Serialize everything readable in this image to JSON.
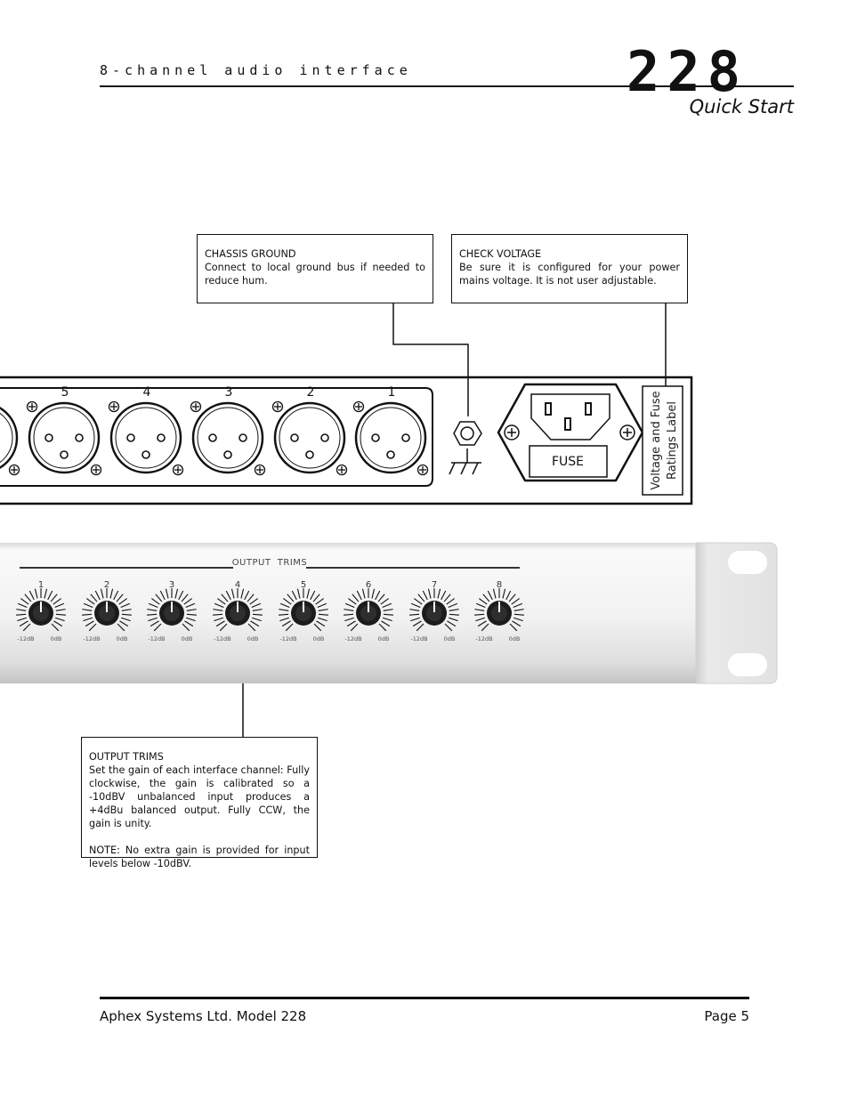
{
  "header": {
    "product_line": "8-channel audio interface",
    "model": "228",
    "subtitle": "Quick Start"
  },
  "callouts": {
    "chassis_ground": {
      "title": "CHASSIS GROUND",
      "body": "Connect to local ground bus if needed to reduce hum."
    },
    "check_voltage": {
      "title": "CHECK VOLTAGE",
      "body": "Be sure it is configured for your power mains voltage. It is not user adjustable."
    },
    "output_trims": {
      "title": "OUTPUT TRIMS",
      "body": "Set the gain of each interface channel: Fully clockwise, the gain is calibrated so a -10dBV unbalanced input produces a +4dBu balanced output. Fully CCW, the gain is unity.",
      "note": "NOTE: No extra gain is provided for input levels below -10dBV."
    }
  },
  "rear_panel": {
    "xlr_channels": [
      "5",
      "4",
      "3",
      "2",
      "1"
    ],
    "fuse_label": "FUSE",
    "rating_label_line1": "Voltage and Fuse",
    "rating_label_line2": "Ratings Label"
  },
  "trims_panel": {
    "section_label": "OUTPUT  TRIMS",
    "channels": [
      "1",
      "2",
      "3",
      "4",
      "5",
      "6",
      "7",
      "8"
    ],
    "min_label": "-12dB",
    "max_label": "0dB"
  },
  "footer": {
    "left": "Aphex Systems Ltd. Model 228",
    "right": "Page 5"
  }
}
